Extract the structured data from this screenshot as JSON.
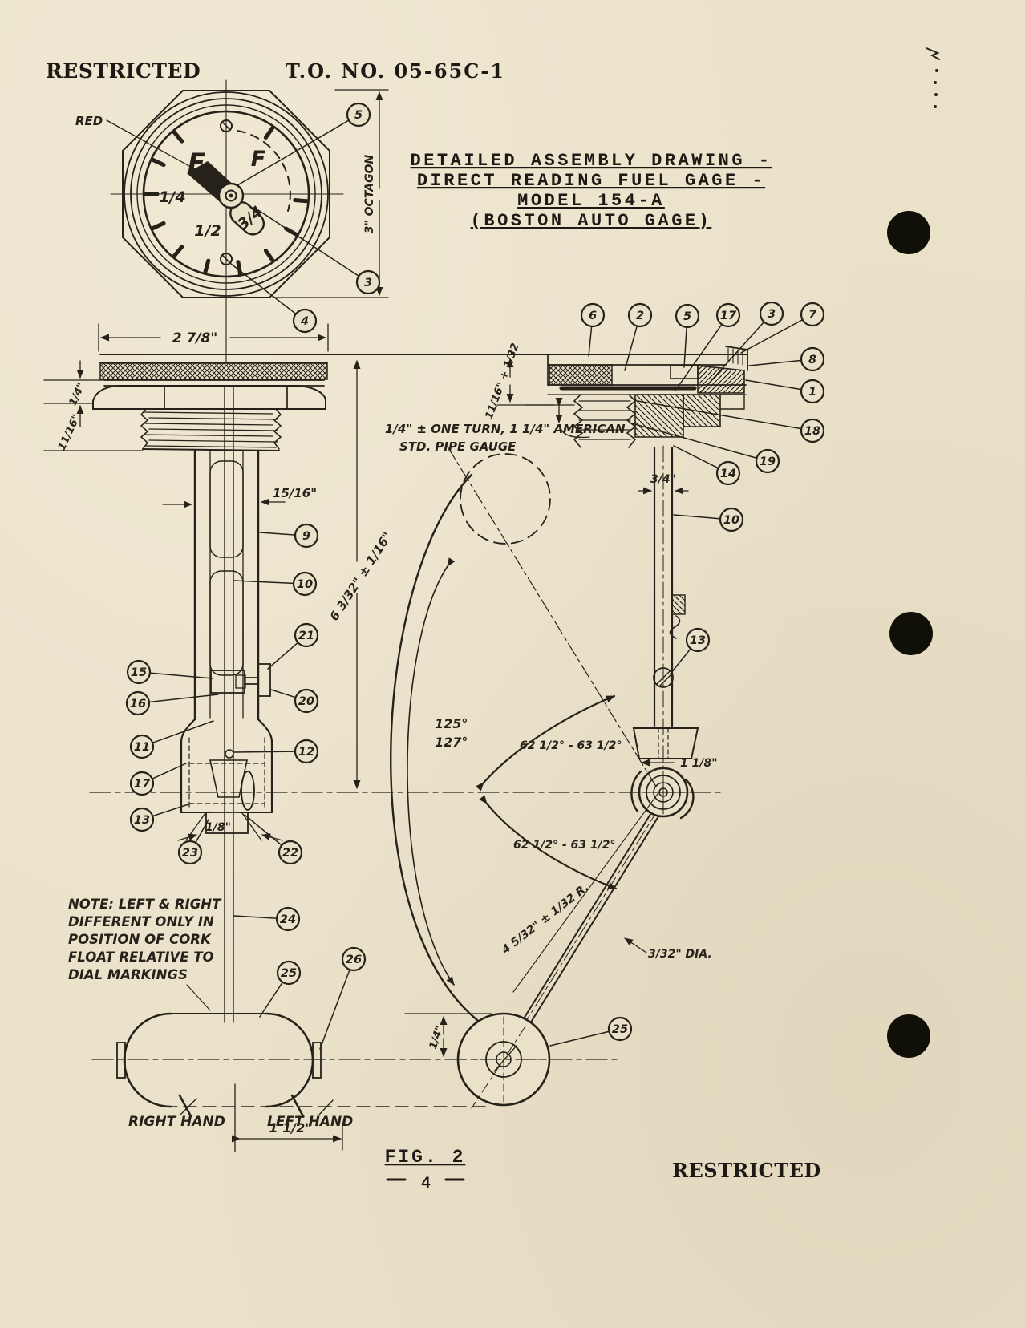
{
  "header": {
    "restricted": "RESTRICTED",
    "to_number": "T.O. NO. 05-65C-1"
  },
  "title": {
    "line1": "DETAILED ASSEMBLY DRAWING -",
    "line2": "DIRECT READING FUEL GAGE -",
    "line3": "MODEL 154-A",
    "line4": "(BOSTON AUTO GAGE)"
  },
  "dial": {
    "red": "RED",
    "e": "E",
    "f": "F",
    "q1": "1/4",
    "q2": "1/2",
    "q3": "3/4",
    "octagon_dim": "3\" OCTAGON"
  },
  "dims": {
    "cap_width": "2 7/8\"",
    "flange": "1/4\"",
    "thread_len": "11/16\"",
    "tube_width": "15/16\"",
    "overall": "6 3/32\" ± 1/16\"",
    "hub_width": "1/8\"",
    "float_travel": "1 1/2\"",
    "side_seat": "11/16\" + 1/32",
    "pipe_line1": "1/4\" ± ONE TURN, 1 1/4\" AMERICAN",
    "pipe_line2": "STD. PIPE GAUGE",
    "hex_side": "3/4\"",
    "swing_a": "125°",
    "swing_b": "127°",
    "angle_upper": "62 1/2° - 63 1/2°",
    "angle_lower": "62 1/2° - 63 1/2°",
    "arm_offset": "1 1/8\"",
    "arm_radius": "4 5/32\" ± 1/32 R.",
    "rod_dia": "3/32\" DIA.",
    "float_offset": "1/4\""
  },
  "note": {
    "lines": [
      "NOTE: LEFT & RIGHT",
      "DIFFERENT ONLY IN",
      "POSITION OF CORK",
      "FLOAT RELATIVE TO",
      "DIAL MARKINGS"
    ]
  },
  "labels": {
    "right_hand": "RIGHT HAND",
    "left_hand": "LEFT HAND"
  },
  "footer": {
    "fig": "FIG. 2",
    "page": "4",
    "restricted": "RESTRICTED"
  },
  "callouts": {
    "dial": [
      "5",
      "3",
      "4"
    ],
    "front": [
      "9",
      "10",
      "21",
      "15",
      "16",
      "20",
      "11",
      "12",
      "17",
      "13",
      "23",
      "22",
      "24",
      "25",
      "26"
    ],
    "side": [
      "6",
      "2",
      "5",
      "17",
      "3",
      "7",
      "8",
      "1",
      "18",
      "19",
      "14",
      "10",
      "13",
      "25"
    ]
  }
}
